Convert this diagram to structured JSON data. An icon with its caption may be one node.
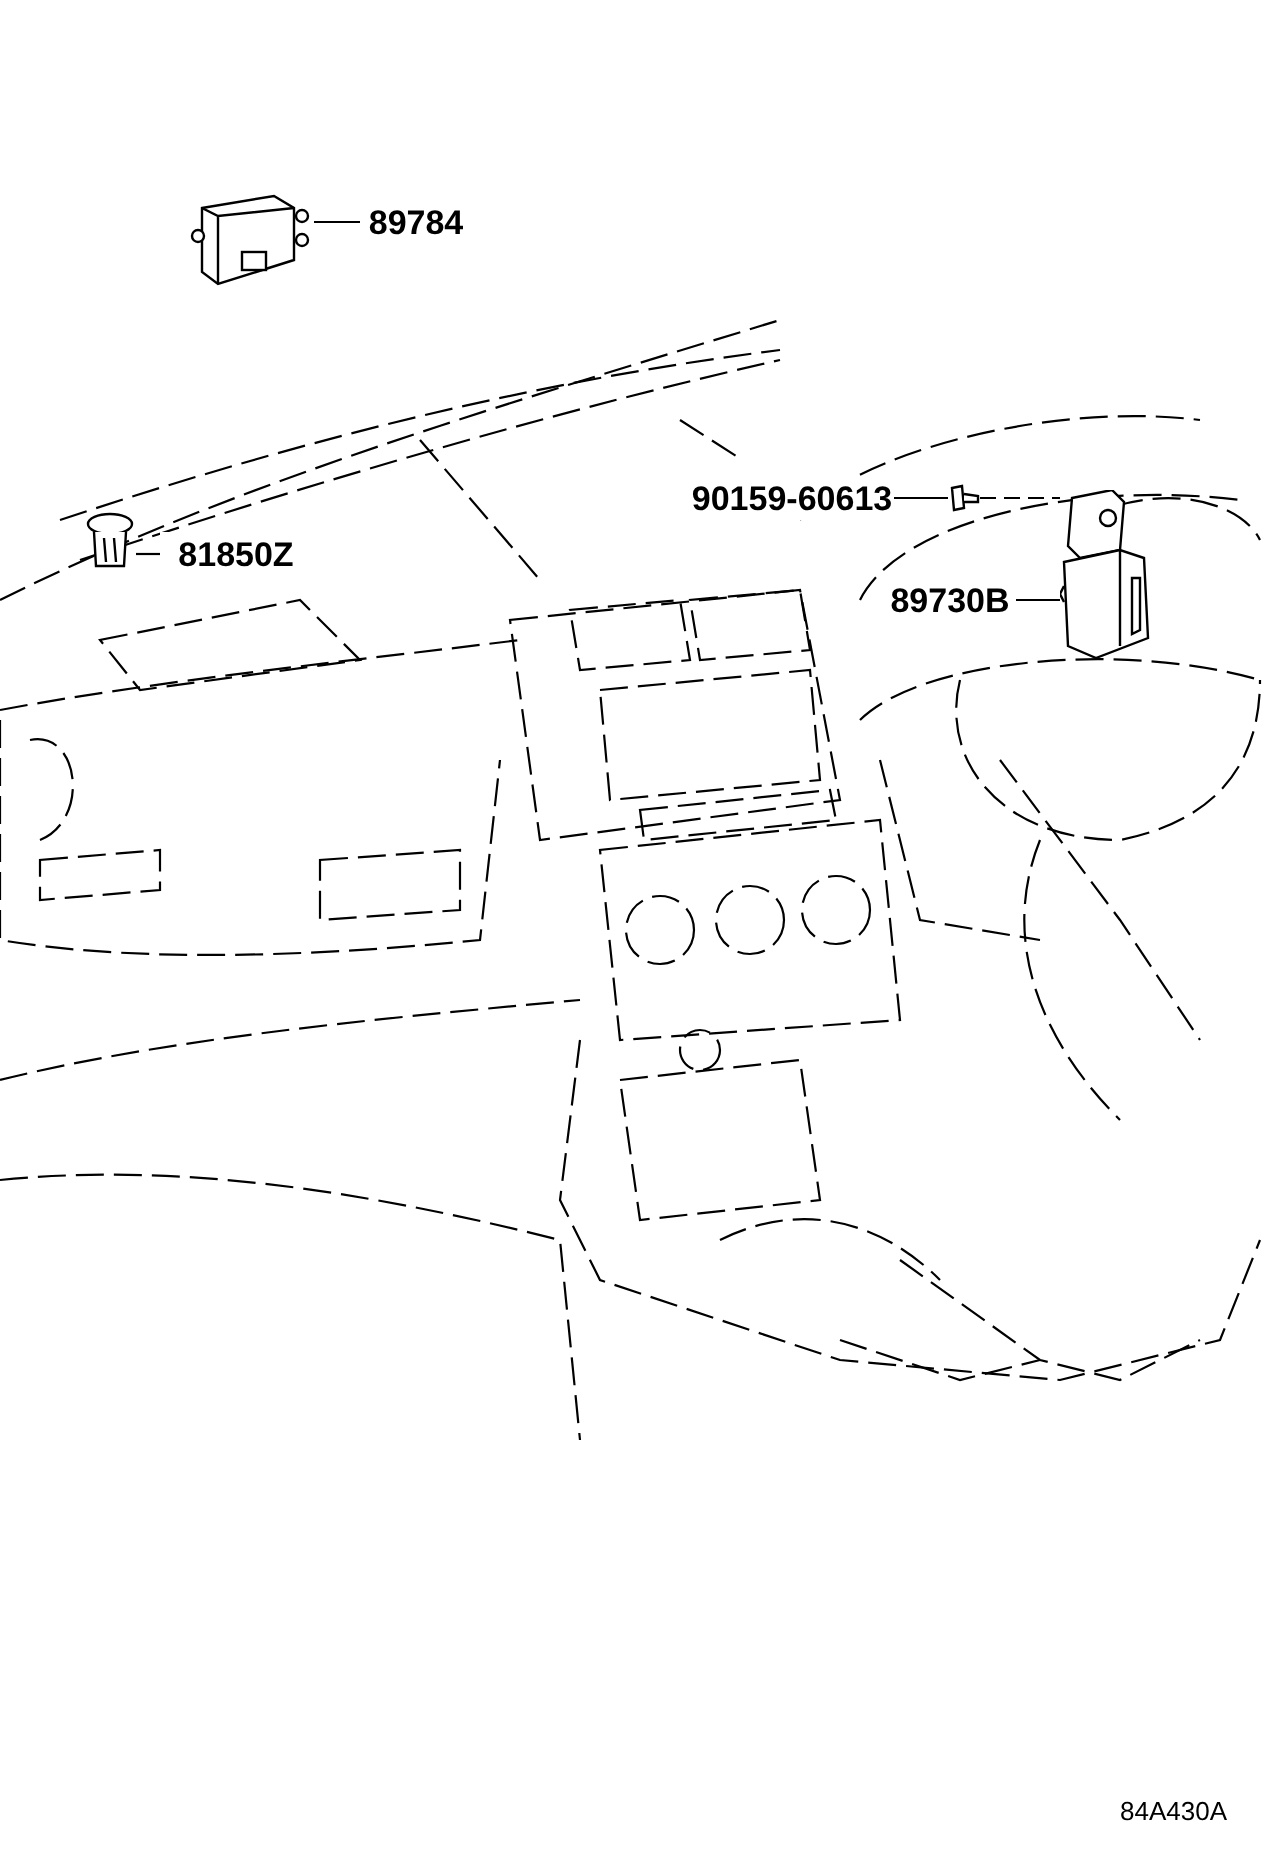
{
  "diagram": {
    "nodes": [
      {
        "text": [
          "89784"
        ]
      },
      {
        "text": [],
        "shape": "picture"
      },
      {
        "text": [
          "81850Z"
        ]
      },
      {
        "text": [],
        "shape": "picture"
      },
      {
        "text": [
          "90159-60613"
        ]
      },
      {
        "text": [],
        "shape": "picture"
      },
      {
        "text": [
          "89730B"
        ]
      },
      {
        "text": [],
        "shape": "picture"
      }
    ],
    "edges": [
      {
        "from": 0,
        "to": 1,
        "arrow": "none"
      },
      {
        "from": 2,
        "to": 3,
        "arrow": "none"
      },
      {
        "from": 4,
        "to": 5,
        "arrow": "none"
      },
      {
        "from": 6,
        "to": 7,
        "arrow": "none"
      },
      {
        "from": 5,
        "to": 7,
        "arrow": "none",
        "style": "dashed"
      }
    ],
    "labels": [
      "84A430A"
    ]
  }
}
